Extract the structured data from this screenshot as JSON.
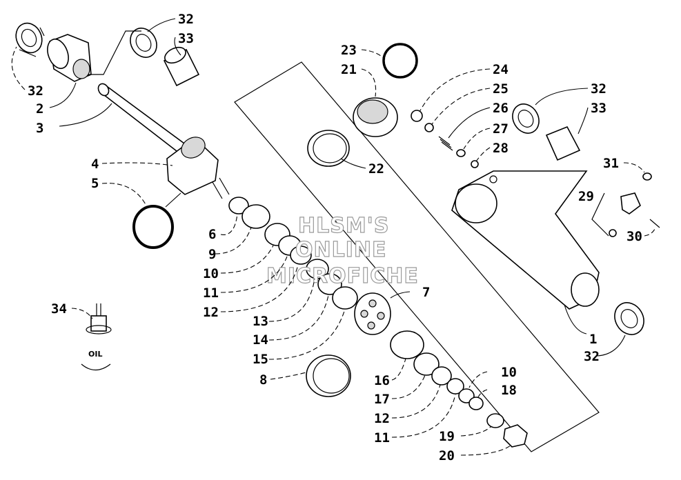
{
  "callouts": [
    {
      "id": "c32a",
      "label": "32"
    },
    {
      "id": "c33a",
      "label": "33"
    },
    {
      "id": "c32b",
      "label": "32"
    },
    {
      "id": "c2",
      "label": "2"
    },
    {
      "id": "c3",
      "label": "3"
    },
    {
      "id": "c4",
      "label": "4"
    },
    {
      "id": "c5",
      "label": "5"
    },
    {
      "id": "c6",
      "label": "6"
    },
    {
      "id": "c9",
      "label": "9"
    },
    {
      "id": "c10a",
      "label": "10"
    },
    {
      "id": "c11a",
      "label": "11"
    },
    {
      "id": "c12a",
      "label": "12"
    },
    {
      "id": "c13",
      "label": "13"
    },
    {
      "id": "c14",
      "label": "14"
    },
    {
      "id": "c15",
      "label": "15"
    },
    {
      "id": "c8",
      "label": "8"
    },
    {
      "id": "c7",
      "label": "7"
    },
    {
      "id": "c16",
      "label": "16"
    },
    {
      "id": "c17",
      "label": "17"
    },
    {
      "id": "c12b",
      "label": "12"
    },
    {
      "id": "c11b",
      "label": "11"
    },
    {
      "id": "c10b",
      "label": "10"
    },
    {
      "id": "c18",
      "label": "18"
    },
    {
      "id": "c19",
      "label": "19"
    },
    {
      "id": "c20",
      "label": "20"
    },
    {
      "id": "c23",
      "label": "23"
    },
    {
      "id": "c21",
      "label": "21"
    },
    {
      "id": "c22",
      "label": "22"
    },
    {
      "id": "c24",
      "label": "24"
    },
    {
      "id": "c25",
      "label": "25"
    },
    {
      "id": "c26",
      "label": "26"
    },
    {
      "id": "c27",
      "label": "27"
    },
    {
      "id": "c28",
      "label": "28"
    },
    {
      "id": "c32c",
      "label": "32"
    },
    {
      "id": "c33b",
      "label": "33"
    },
    {
      "id": "c31",
      "label": "31"
    },
    {
      "id": "c29",
      "label": "29"
    },
    {
      "id": "c30",
      "label": "30"
    },
    {
      "id": "c1",
      "label": "1"
    },
    {
      "id": "c32d",
      "label": "32"
    },
    {
      "id": "c34",
      "label": "34"
    }
  ],
  "oil_label": "OIL",
  "watermark": [
    "HLSM'S",
    "ONLINE",
    "MICROFICHE"
  ]
}
